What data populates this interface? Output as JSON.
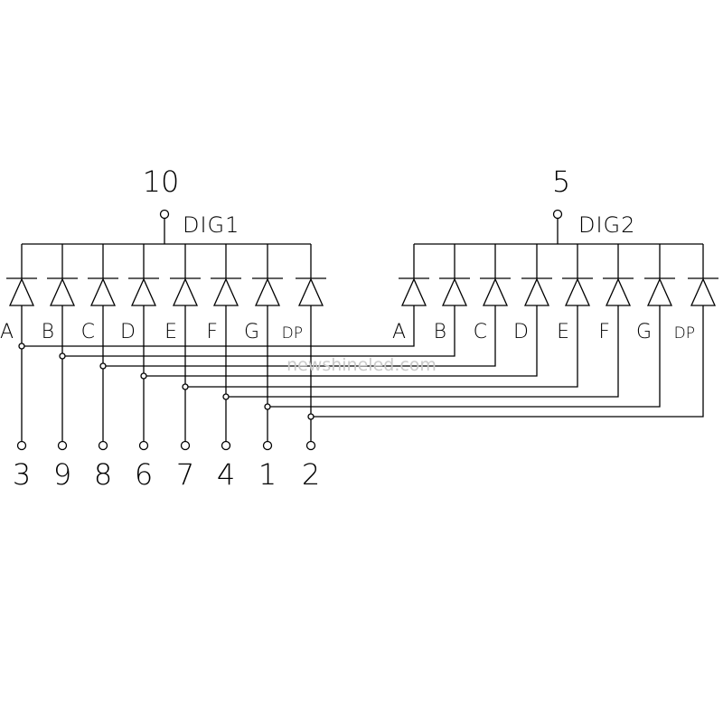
{
  "watermark": "newshineled.com",
  "digits": [
    {
      "name": "DIG1",
      "common_pin": "10",
      "segments": [
        "A",
        "B",
        "C",
        "D",
        "E",
        "F",
        "G",
        "DP"
      ]
    },
    {
      "name": "DIG2",
      "common_pin": "5",
      "segments": [
        "A",
        "B",
        "C",
        "D",
        "E",
        "F",
        "G",
        "DP"
      ]
    }
  ],
  "segment_pins": [
    {
      "segment": "A",
      "pin": "3"
    },
    {
      "segment": "B",
      "pin": "9"
    },
    {
      "segment": "C",
      "pin": "8"
    },
    {
      "segment": "D",
      "pin": "6"
    },
    {
      "segment": "E",
      "pin": "7"
    },
    {
      "segment": "F",
      "pin": "4"
    },
    {
      "segment": "G",
      "pin": "1"
    },
    {
      "segment": "DP",
      "pin": "2"
    }
  ],
  "colors": {
    "ink": "#000000",
    "watermark": "#c9c9c9"
  }
}
